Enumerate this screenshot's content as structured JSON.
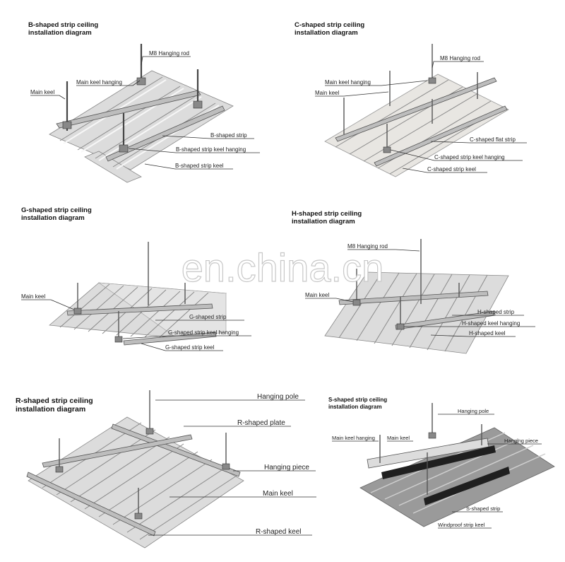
{
  "watermark": "en.china.cn",
  "panels": {
    "b": {
      "title": [
        "B-shaped strip ceiling",
        "installation diagram"
      ],
      "labels": {
        "m8_rod": "M8 Hanging rod",
        "main_keel_hanging": "Main keel hanging",
        "main_keel": "Main keel",
        "strip": "B-shaped strip",
        "strip_keel_hanging": "B-shaped strip keel hanging",
        "strip_keel": "B-shaped strip keel"
      }
    },
    "c": {
      "title": [
        "C-shaped strip ceiling",
        "installation diagram"
      ],
      "labels": {
        "m8_rod": "M8 Hanging rod",
        "main_keel_hanging": "Main keel hanging",
        "main_keel": "Main keel",
        "strip": "C-shaped flat strip",
        "strip_keel_hanging": "C-shaped strip keel hanging",
        "strip_keel": "C-shaped strip keel"
      }
    },
    "g": {
      "title": [
        "G-shaped strip ceiling",
        "installation diagram"
      ],
      "labels": {
        "main_keel": "Main keel",
        "strip": "G-shaped strip",
        "strip_keel_hanging": "G-shaped strip keel hanging",
        "strip_keel": "G-shaped strip keel"
      }
    },
    "h": {
      "title": [
        "H-shaped strip ceiling",
        "installation diagram"
      ],
      "labels": {
        "m8_rod": "M8 Hanging rod",
        "main_keel": "Main keel",
        "strip": "H-shaped strip",
        "strip_keel_hanging": "H-shaped keel hanging",
        "strip_keel": "H-shaped keel"
      }
    },
    "r": {
      "title": [
        "R-shaped strip ceiling",
        "installation diagram"
      ],
      "labels": {
        "hanging_pole": "Hanging pole",
        "plate": "R-shaped plate",
        "hanging_piece": "Hanging piece",
        "main_keel": "Main keel",
        "keel": "R-shaped keel"
      }
    },
    "s": {
      "title": [
        "S-shaped strip ceiling",
        "installation diagram"
      ],
      "labels": {
        "hanging_pole": "Hanging pole",
        "main_keel_hanging": "Main keel hanging",
        "main_keel": "Main keel",
        "hanging_piece": "Hanging piece",
        "strip": "S-shaped strip",
        "windproof_keel": "Windproof strip keel"
      }
    }
  }
}
